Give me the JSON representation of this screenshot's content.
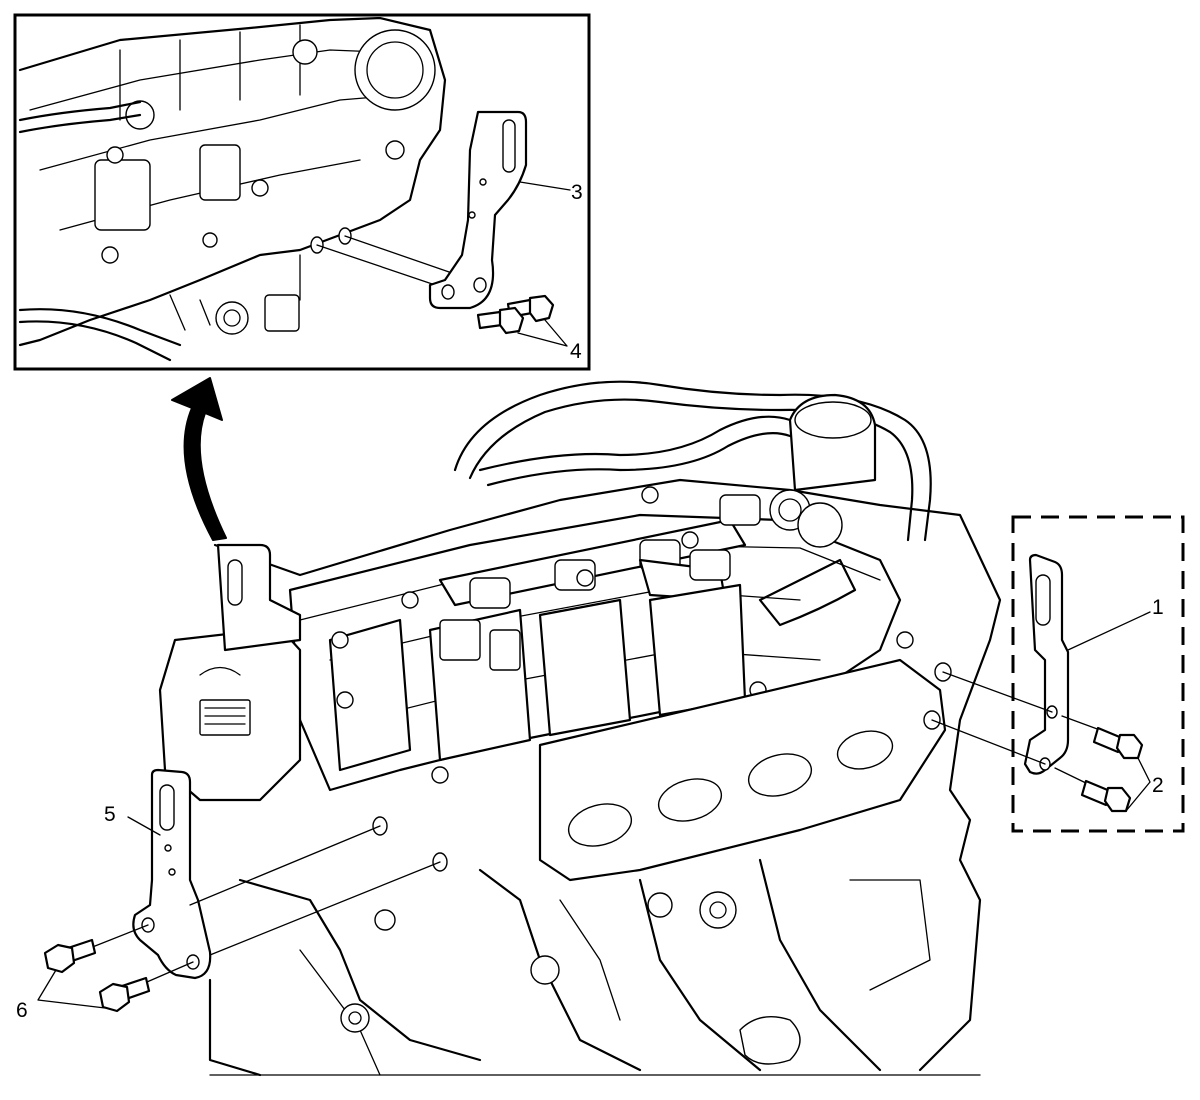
{
  "figure": {
    "colors": {
      "ink": "#000000",
      "paper": "#ffffff"
    },
    "callouts": {
      "c1": "1",
      "c2": "2",
      "c3": "3",
      "c4": "4",
      "c5": "5",
      "c6": "6"
    },
    "icons": {
      "zoom_arrow": "curved-arrow-icon"
    }
  }
}
